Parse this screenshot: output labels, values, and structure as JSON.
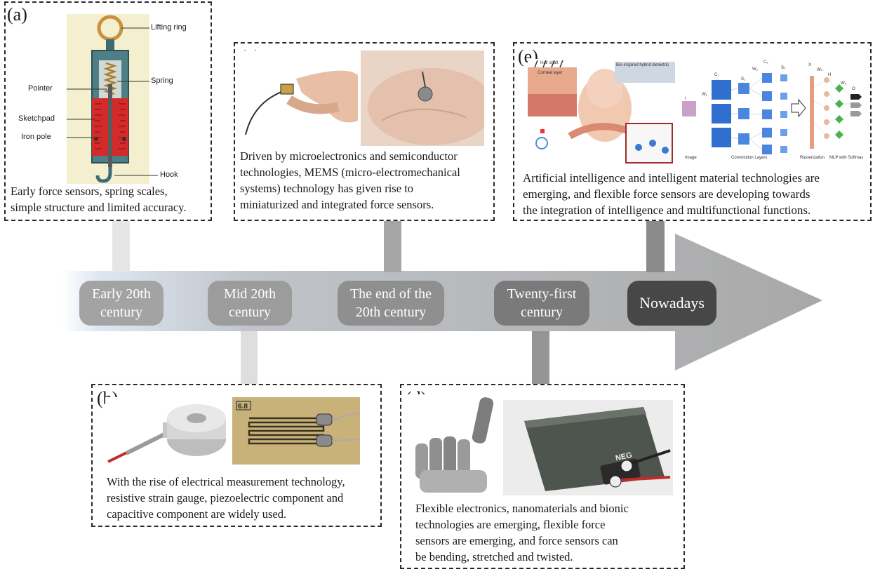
{
  "colors": {
    "arrow_light": "#e4e6ea",
    "arrow_dark": "#a9a9a9",
    "arrow_blue_tint": "#c9d5e6",
    "pill_1": "#a3a3a3",
    "pill_2": "#9a9a9a",
    "pill_3": "#8e8e8e",
    "pill_4": "#777777",
    "pill_5": "#4a4a4a",
    "stem_light": "#dcdcdc",
    "stem_mid": "#a6a6a6",
    "stem_dark": "#8a8a8a",
    "scale_body": "#4f7f86",
    "scale_red": "#d42a2a",
    "ring_gold": "#c8923e"
  },
  "timeline": {
    "stages": [
      {
        "label": "Early 20th century"
      },
      {
        "label": "Mid 20th century"
      },
      {
        "label": "The end of the 20th century"
      },
      {
        "label": "Twenty-first century"
      },
      {
        "label": "Nowadays"
      }
    ]
  },
  "panels": {
    "a": {
      "label": "(a)",
      "desc_lines": [
        "Early force sensors, spring scales,",
        "simple structure and limited accuracy."
      ],
      "callouts": {
        "lifting_ring": "Lifting ring",
        "spring": "Spring",
        "pointer": "Pointer",
        "sketchpad": "Sketchpad",
        "iron_pole": "Iron pole",
        "hook": "Hook"
      }
    },
    "b": {
      "label": "(b)",
      "desc_lines": [
        "With the rise of electrical measurement technology,",
        "resistive strain gauge, piezoelectric component and",
        "capacitive component are widely used."
      ],
      "gauge_text": "6.8"
    },
    "c": {
      "label": "(c)",
      "desc_lines": [
        "Driven by microelectronics and semiconductor",
        "technologies, MEMS (micro-electromechanical",
        "systems) technology has given rise to",
        "miniaturized and integrated force sensors."
      ]
    },
    "d": {
      "label": "(d)",
      "desc_lines": [
        "Flexible electronics, nanomaterials and bionic",
        "technologies are emerging, flexible force",
        "sensors are emerging, and force sensors can",
        "be bending, stretched and twisted."
      ],
      "sensor_text": "NEG"
    },
    "e": {
      "label": "(e)",
      "desc_lines": [
        "Artificial intelligence and intelligent material technologies are",
        "emerging, and flexible force sensors are developing towards",
        "the integration of intelligence and multifunctional functions."
      ],
      "fig_labels": {
        "hair_shaft": "Hair shaft",
        "corneal_layer": "Corneal layer",
        "bio_inspired": "Bio-inspired hybrid dielectric",
        "image": "Image",
        "conv_layers": "Convolution Layers",
        "rasterization": "Rasterization",
        "mlp": "MLP with Softmax",
        "w1": "W₁",
        "c1": "C₁",
        "s1": "S₁",
        "w2": "W₂",
        "c2": "C₂",
        "s2": "S₂",
        "i": "I",
        "x": "X",
        "wh": "Wₕ",
        "h": "H",
        "wo": "Wₒ",
        "o": "O"
      }
    }
  }
}
